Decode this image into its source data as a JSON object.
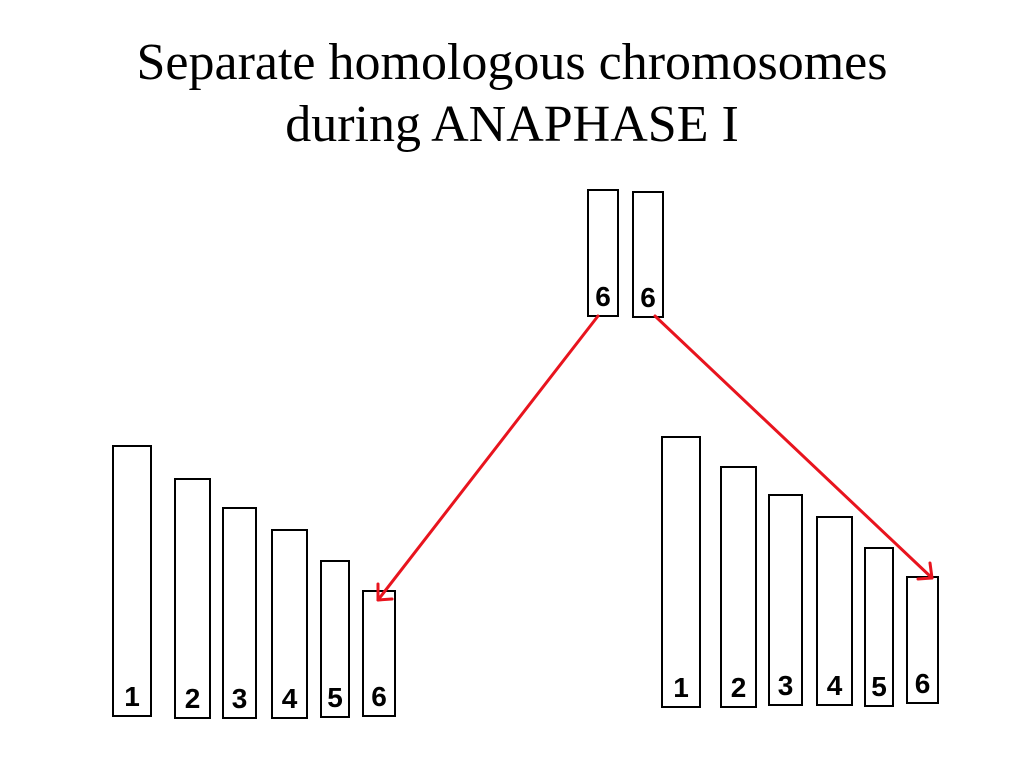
{
  "title": {
    "line1": "Separate homologous chromosomes",
    "line2": "during ANAPHASE I"
  },
  "colors": {
    "arrow": "#e8141e",
    "outline": "#000000"
  },
  "top_pair": [
    "6",
    "6"
  ],
  "left_set": [
    "1",
    "2",
    "3",
    "4",
    "5",
    "6"
  ],
  "right_set": [
    "1",
    "2",
    "3",
    "4",
    "5",
    "6"
  ]
}
